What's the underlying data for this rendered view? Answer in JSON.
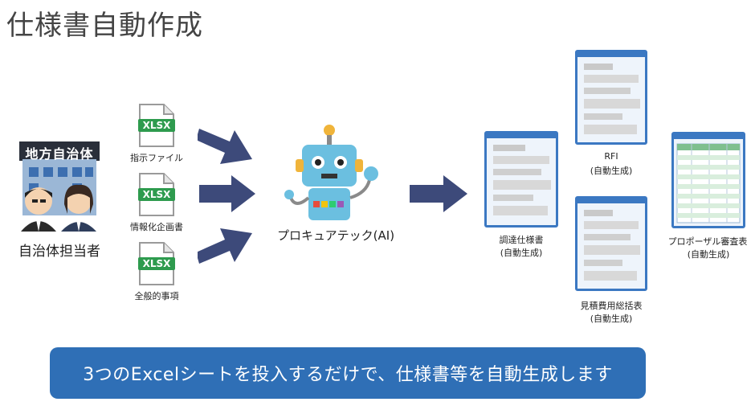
{
  "title": "仕様書自動作成",
  "municipality": {
    "sign": "地方自治体",
    "caption": "自治体担当者"
  },
  "inputs": [
    {
      "badge": "XLSX",
      "label": "指示ファイル"
    },
    {
      "badge": "XLSX",
      "label": "情報化企画書"
    },
    {
      "badge": "XLSX",
      "label": "全般的事項"
    }
  ],
  "robot": {
    "caption": "プロキュアテック(AI)"
  },
  "outputs": {
    "spec": {
      "name": "調達仕様書",
      "note": "(自動生成)"
    },
    "rfi": {
      "name": "RFI",
      "note": "(自動生成)"
    },
    "estimate": {
      "name": "見積費用総括表",
      "note": "(自動生成)"
    },
    "proposal": {
      "name": "プロポーザル審査表",
      "note": "(自動生成)"
    }
  },
  "banner": "3つのExcelシートを投入するだけで、仕様書等を自動生成します",
  "colors": {
    "arrow": "#3d4a7a",
    "excel_green": "#2e9b4e",
    "doc_border": "#3b78c2",
    "banner": "#2f6fb6"
  }
}
